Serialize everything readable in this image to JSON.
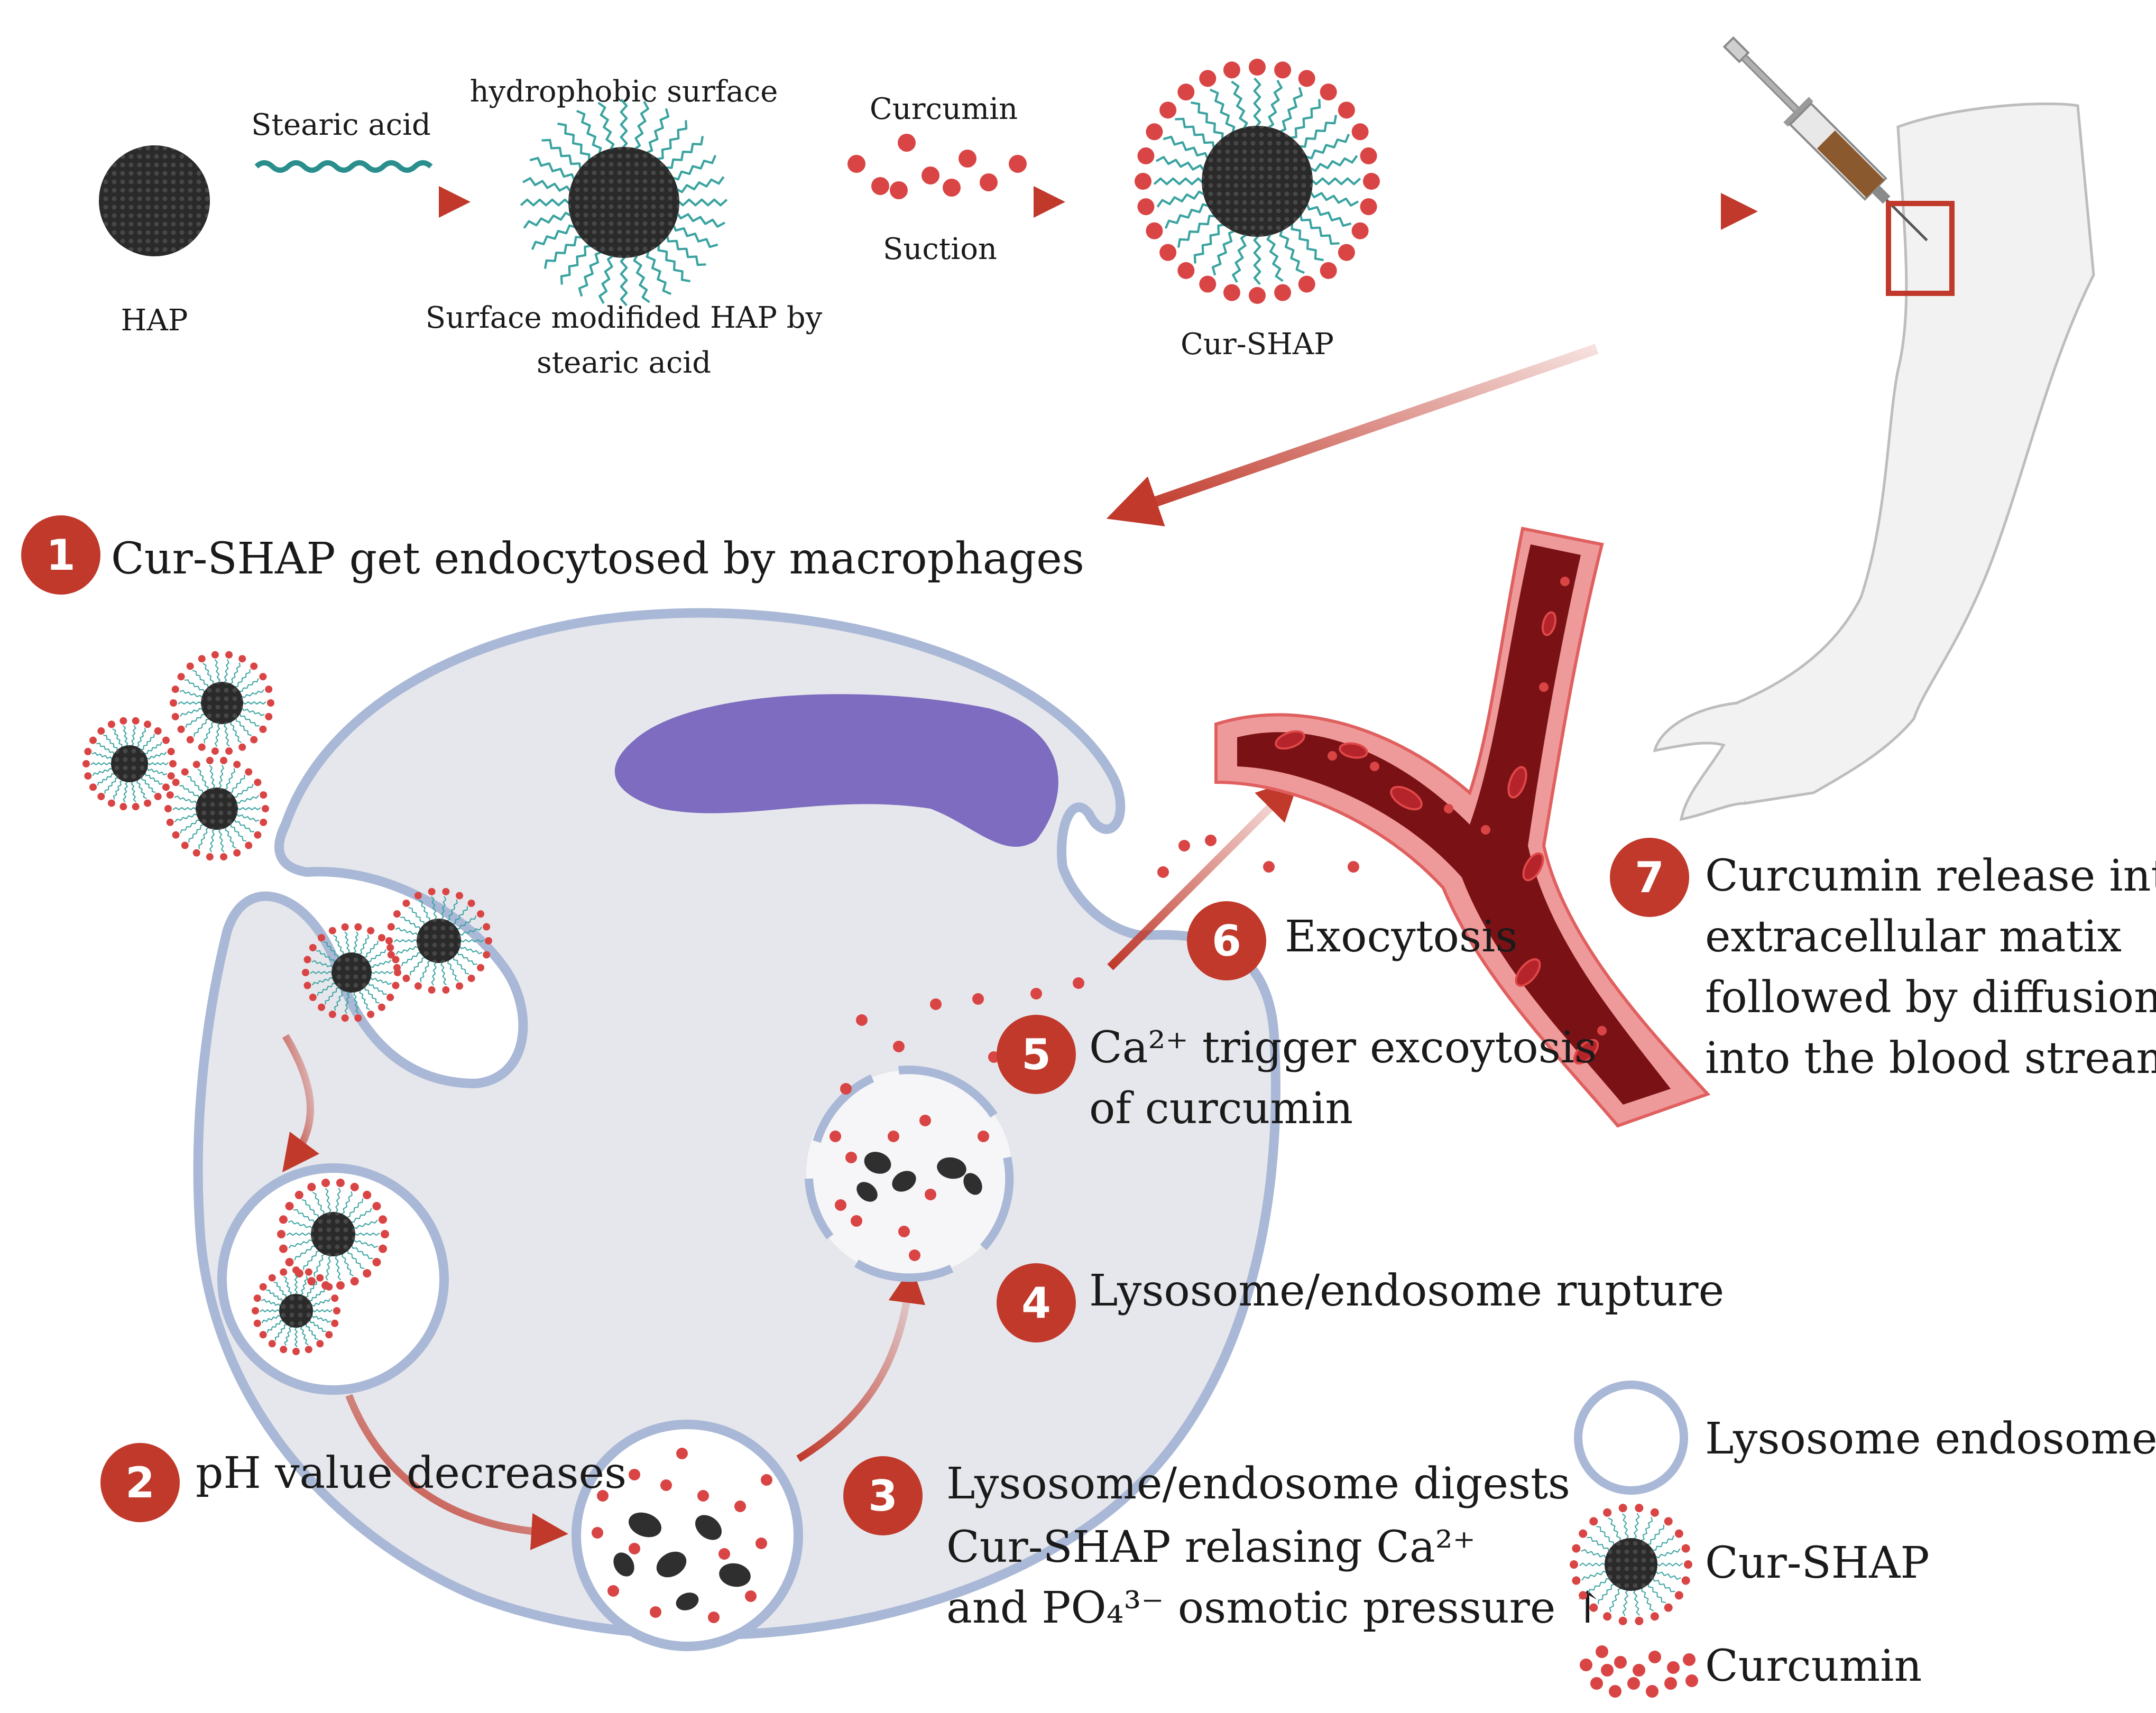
{
  "colors": {
    "arrow": "#c0392b",
    "badge": "#c0392b",
    "ligand": "#3aa3a0",
    "curcumin": "#d94545",
    "core": "#2a2a2a",
    "membrane": "#a9b8d6",
    "cytoplasm": "#e6e7ec",
    "nucleus": "#7d6cbf",
    "vessel_outer": "#e88a8a",
    "vessel_inner": "#7a1115"
  },
  "top": {
    "hap": "HAP",
    "stearic_acid": "Stearic acid",
    "hydrophobic_surface": "hydrophobic surface",
    "surface_modified_line1": "Surface modifided HAP by",
    "surface_modified_line2": "stearic acid",
    "curcumin": "Curcumin",
    "suction": "Suction",
    "cur_shap": "Cur-SHAP"
  },
  "steps": {
    "s1": {
      "num": "1",
      "text": "Cur-SHAP get endocytosed by macrophages"
    },
    "s2": {
      "num": "2",
      "text": "pH value decreases"
    },
    "s3": {
      "num": "3",
      "line1": "Lysosome/endosome digests",
      "line2": "Cur-SHAP relasing Ca²⁺",
      "line3": "and PO₄³⁻ osmotic pressure ↑"
    },
    "s4": {
      "num": "4",
      "text": "Lysosome/endosome rupture"
    },
    "s5": {
      "num": "5",
      "line1": "Ca²⁺ trigger excoytosis",
      "line2": "of curcumin"
    },
    "s6": {
      "num": "6",
      "text": "Exocytosis"
    },
    "s7": {
      "num": "7",
      "line1": "Curcumin release into",
      "line2": "extracellular matix",
      "line3": "followed by diffusion",
      "line4": "into the blood stream."
    }
  },
  "legend": {
    "lysosome": "Lysosome endosomes",
    "cur_shap": "Cur-SHAP",
    "curcumin": "Curcumin"
  }
}
